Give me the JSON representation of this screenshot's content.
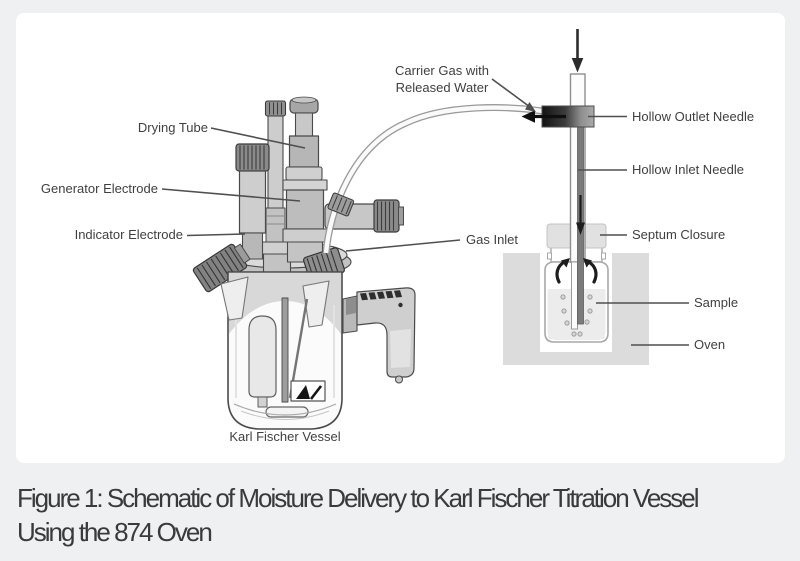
{
  "page": {
    "background": "#eef0f2",
    "panel_background": "#ffffff"
  },
  "figure": {
    "labels": {
      "drying_tube": "Drying Tube",
      "generator_electrode": "Generator Electrode",
      "indicator_electrode": "Indicator Electrode",
      "carrier_gas": "Carrier Gas with Released Water",
      "gas_inlet": "Gas Inlet",
      "hollow_outlet_needle": "Hollow Outlet Needle",
      "hollow_inlet_needle": "Hollow Inlet Needle",
      "septum_closure": "Septum Closure",
      "sample": "Sample",
      "oven": "Oven",
      "karl_fischer_vessel": "Karl Fischer Vessel"
    },
    "caption": {
      "line1": "Figure 1: Schematic of Moisture Delivery to Karl Fischer Titration Vessel",
      "line2": "Using the 874 Oven"
    },
    "colors": {
      "label_text": "#3f3f3f",
      "caption_text": "#3a3a3a",
      "leader_line": "#4f4f4f",
      "oven_fill": "#dcdcdc",
      "sample_fill": "#ececec",
      "illustration_outline": "#4a4a4a",
      "flow_arrow": "#111111"
    }
  }
}
